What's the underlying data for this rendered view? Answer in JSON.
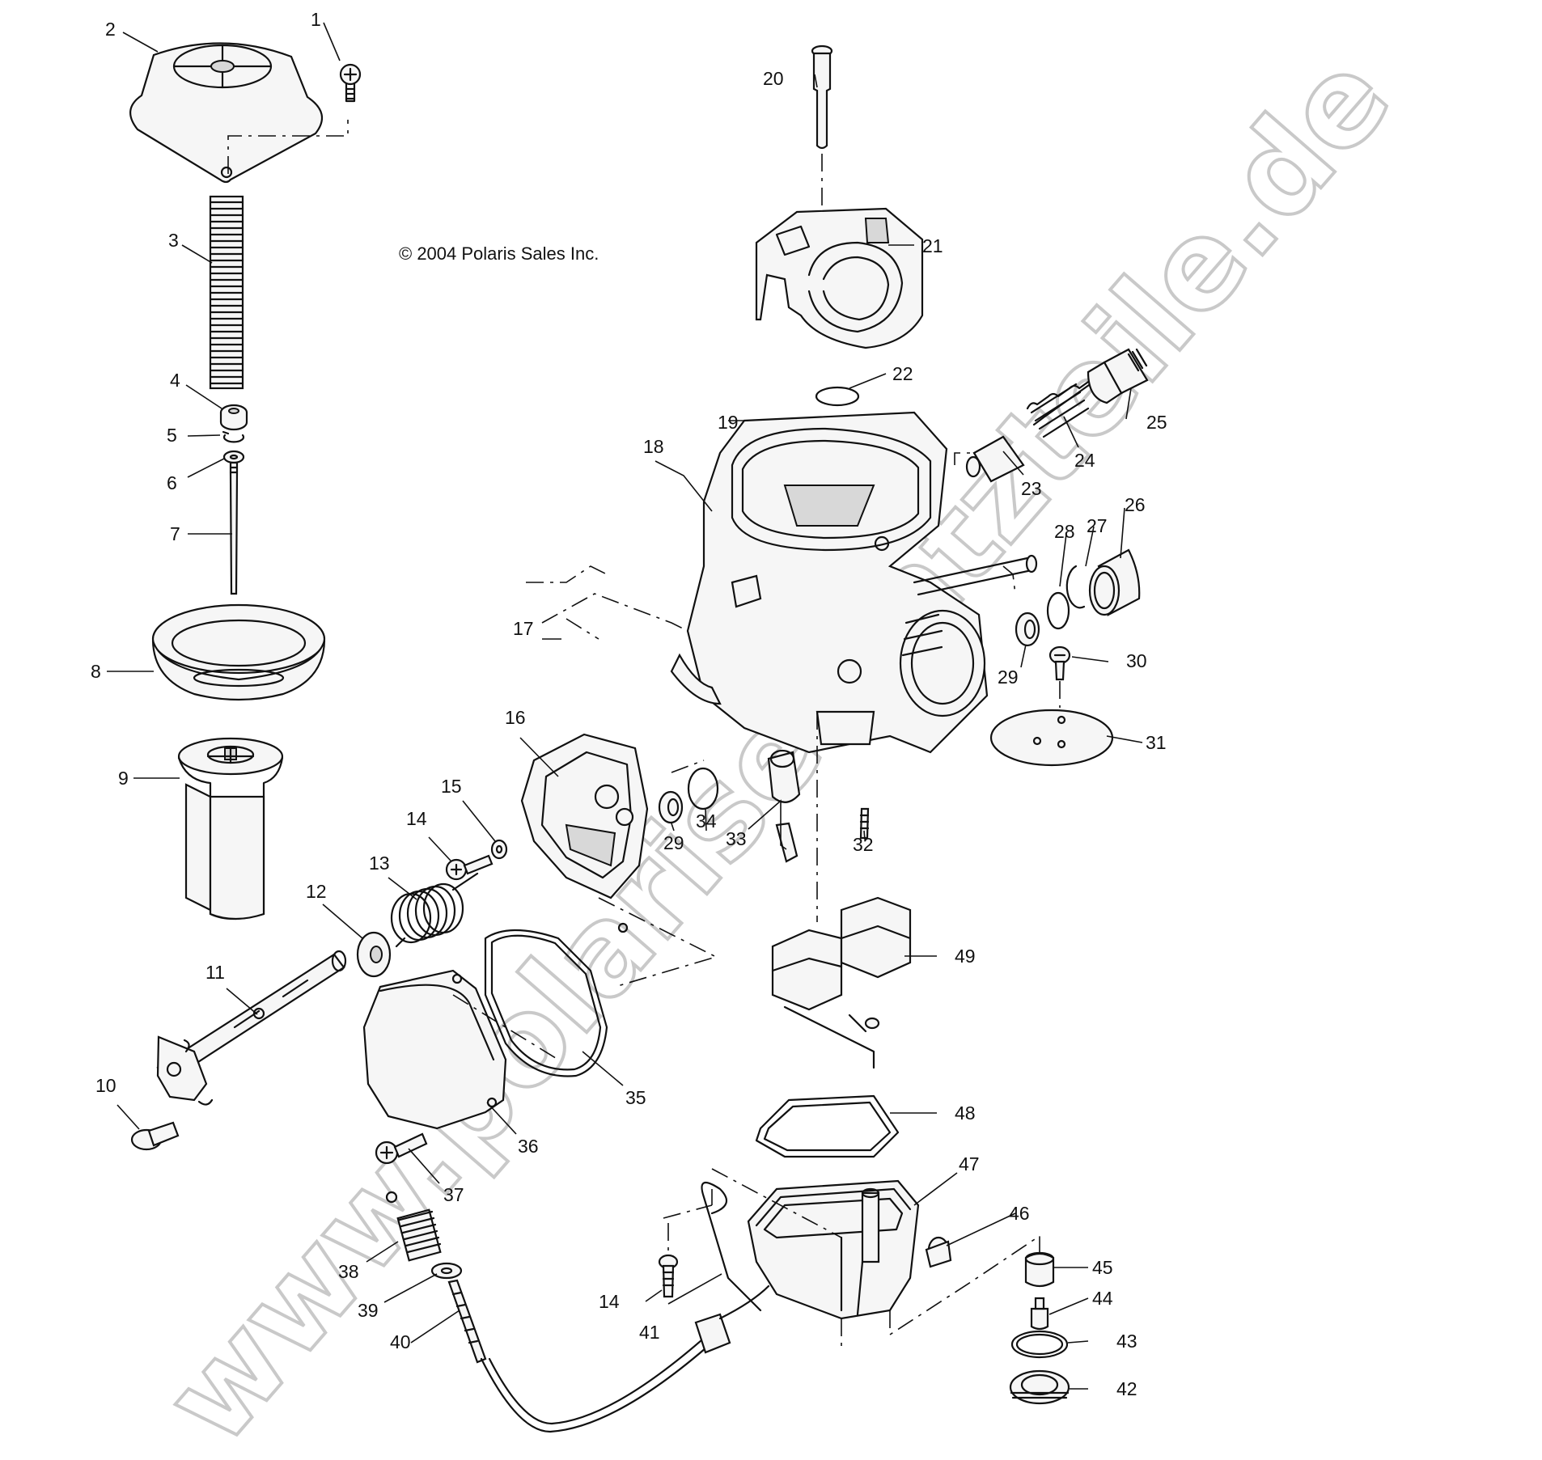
{
  "diagram": {
    "copyright": "© 2004 Polaris Sales Inc.",
    "watermark": "www.polarisersatzteile.de",
    "callouts": [
      "1",
      "2",
      "3",
      "4",
      "5",
      "6",
      "7",
      "8",
      "9",
      "10",
      "11",
      "12",
      "13",
      "14",
      "15",
      "16",
      "17",
      "18",
      "19",
      "20",
      "21",
      "22",
      "23",
      "24",
      "25",
      "26",
      "27",
      "28",
      "29",
      "30",
      "31",
      "32",
      "33",
      "34",
      "35",
      "36",
      "37",
      "38",
      "39",
      "40",
      "41",
      "42",
      "43",
      "44",
      "45",
      "46",
      "47",
      "48",
      "49",
      "14",
      "29"
    ]
  }
}
